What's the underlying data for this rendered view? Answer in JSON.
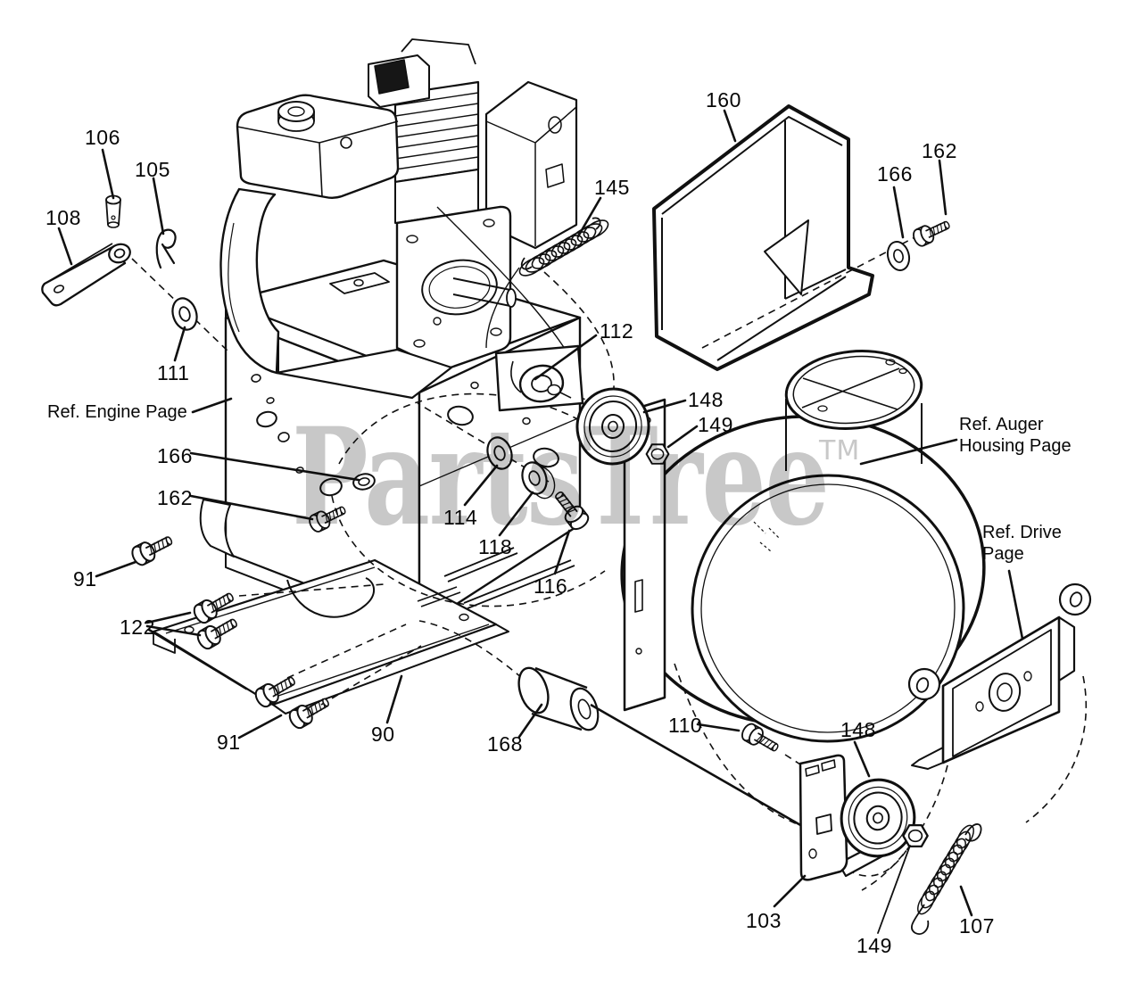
{
  "watermark": {
    "text": "PartsTree",
    "tm": "TM",
    "color": "#c8c8c8"
  },
  "ref_labels": {
    "engine": "Ref. Engine Page",
    "auger_line1": "Ref. Auger",
    "auger_line2": "Housing Page",
    "drive_line1": "Ref. Drive",
    "drive_line2": "Page"
  },
  "callouts": {
    "top_106": "106",
    "top_105": "105",
    "top_108": "108",
    "top_111": "111",
    "cover_160": "160",
    "tr_166": "166",
    "tr_162": "162",
    "spring_145": "145",
    "idler_112": "112",
    "mid_148": "148",
    "mid_149": "149",
    "washer_114": "114",
    "spacer_118": "118",
    "bolt_116": "116",
    "left_166": "166",
    "left_162": "162",
    "left_91": "91",
    "left_122": "122",
    "bottom_91": "91",
    "base_90": "90",
    "roller_168": "168",
    "bolt_110": "110",
    "low_148": "148",
    "bracket_103": "103",
    "low_149": "149",
    "spring_107": "107"
  }
}
